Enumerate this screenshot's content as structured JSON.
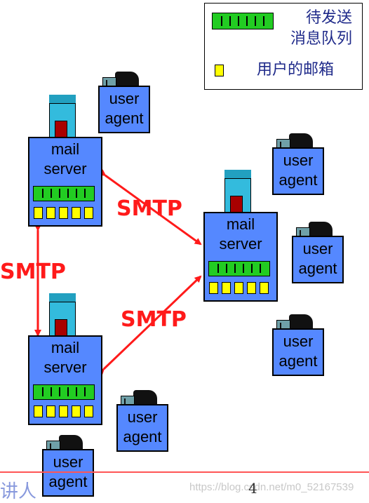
{
  "legend": {
    "queue_line1": "待发送",
    "queue_line2": "消息队列",
    "mailbox_label": "用户的邮箱",
    "queue_color": "#22cc22",
    "mailbox_color": "#ffff00"
  },
  "servers": [
    {
      "line1": "mail",
      "line2": "server"
    },
    {
      "line1": "mail",
      "line2": "server"
    },
    {
      "line1": "mail",
      "line2": "server"
    }
  ],
  "agents": [
    {
      "line1": "user",
      "line2": "agent"
    },
    {
      "line1": "user",
      "line2": "agent"
    },
    {
      "line1": "user",
      "line2": "agent"
    },
    {
      "line1": "user",
      "line2": "agent"
    },
    {
      "line1": "user",
      "line2": "agent"
    },
    {
      "line1": "user",
      "line2": "agent"
    }
  ],
  "protocol_labels": [
    "SMTP",
    "SMTP",
    "SMTP"
  ],
  "colors": {
    "server_body": "#5588ff",
    "tower": "#33bbdd",
    "arrow": "#ff1a1a"
  },
  "footer": {
    "text": "讲人",
    "page_number": "4",
    "watermark": "https://blog.csdn.net/m0_52167539"
  }
}
